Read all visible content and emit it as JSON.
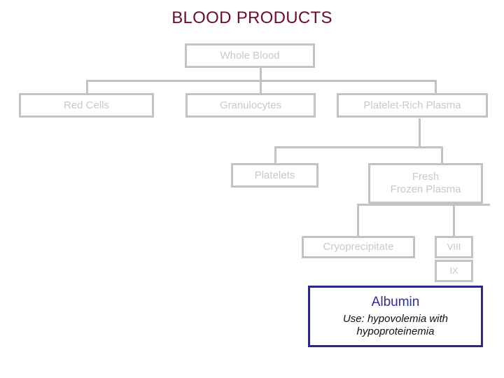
{
  "title": "BLOOD PRODUCTS",
  "colors": {
    "title": "#6f0c27",
    "node_border": "#c3c3c3",
    "node_text": "#c9c9c9",
    "connector": "#c3c3c3",
    "albumin_border": "#2a2a86",
    "albumin_title": "#2f2f8f",
    "albumin_text": "#111111",
    "background": "#ffffff"
  },
  "diagram": {
    "type": "flowchart",
    "nodes": [
      {
        "id": "whole-blood",
        "label": "Whole Blood"
      },
      {
        "id": "red-cells",
        "label": "Red Cells"
      },
      {
        "id": "granulocytes",
        "label": "Granulocytes"
      },
      {
        "id": "platelet-rich-plasma",
        "label": "Platelet-Rich Plasma"
      },
      {
        "id": "platelets",
        "label": "Platelets"
      },
      {
        "id": "fresh-frozen-plasma",
        "label_line1": "Fresh",
        "label_line2": "Frozen Plasma"
      },
      {
        "id": "cryoprecipitate",
        "label": "Cryoprecipitate"
      },
      {
        "id": "factor-viii",
        "label": "VIII"
      },
      {
        "id": "factor-ix",
        "label": "IX"
      },
      {
        "id": "albumin",
        "label": "Albumin",
        "use_line1": "Use: hypovolemia with",
        "use_line2": "hypoproteinemia"
      }
    ],
    "edges": [
      {
        "from": "whole-blood",
        "to": "red-cells"
      },
      {
        "from": "whole-blood",
        "to": "granulocytes"
      },
      {
        "from": "whole-blood",
        "to": "platelet-rich-plasma"
      },
      {
        "from": "platelet-rich-plasma",
        "to": "platelets"
      },
      {
        "from": "platelet-rich-plasma",
        "to": "fresh-frozen-plasma"
      },
      {
        "from": "fresh-frozen-plasma",
        "to": "cryoprecipitate"
      },
      {
        "from": "fresh-frozen-plasma",
        "to": "factor-viii"
      },
      {
        "from": "factor-viii",
        "to": "factor-ix"
      },
      {
        "from": "factor-ix",
        "to": "albumin"
      }
    ]
  }
}
